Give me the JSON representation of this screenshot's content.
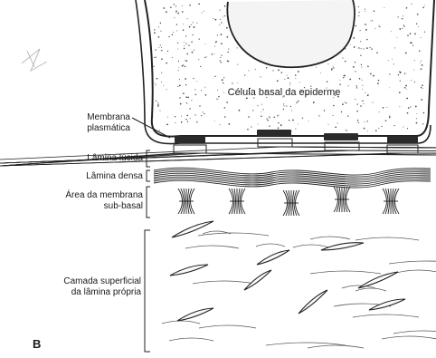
{
  "diagram": {
    "cell_label": "Célula basal da epiderme",
    "labels": {
      "membrana_plasmatica": [
        "Membrana",
        "plasmática"
      ],
      "lamina_lucida": "Lâmina lúcida",
      "lamina_densa": "Lâmina densa",
      "area_sub_basal": [
        "Área da membrana",
        "sub-basal"
      ],
      "camada_superficial": [
        "Camada superficial",
        "da lâmina própria"
      ]
    },
    "figure_letter": "B"
  }
}
